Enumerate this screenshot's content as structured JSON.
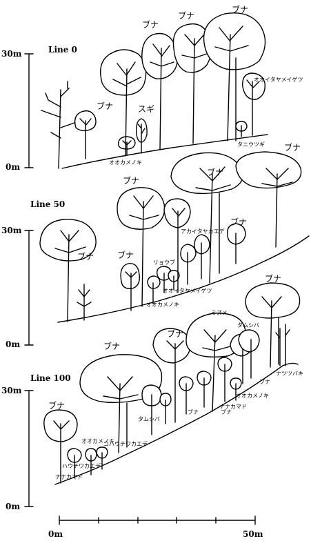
{
  "panels": [
    {
      "line_label": "Line 0",
      "scale_top": "30m",
      "scale_bottom": "0m",
      "trees": [
        {
          "label": "ブナ"
        },
        {
          "label": "ブナ"
        },
        {
          "label": "ブナ"
        },
        {
          "label": "ブナ"
        },
        {
          "label": "スギ"
        },
        {
          "label": "オオイタヤメイゲツ"
        },
        {
          "label": "オオカメノキ"
        },
        {
          "label": "タニウツギ"
        }
      ]
    },
    {
      "line_label": "Line 50",
      "scale_top": "30m",
      "scale_bottom": "0m",
      "trees": [
        {
          "label": "ブナ"
        },
        {
          "label": "ブナ"
        },
        {
          "label": "ブナ"
        },
        {
          "label": "ブナ"
        },
        {
          "label": "ブナ"
        },
        {
          "label": "ブナ"
        },
        {
          "label": "アカイタヤカエデ"
        },
        {
          "label": "リョウブ"
        },
        {
          "label": "オオイタヤメイゲツ"
        },
        {
          "label": "オオカメノキ"
        }
      ]
    },
    {
      "line_label": "Line 100",
      "scale_top": "30m",
      "scale_bottom": "0m",
      "trees": [
        {
          "label": "ブナ"
        },
        {
          "label": "ブナ"
        },
        {
          "label": "ブナ"
        },
        {
          "label": "ブナ"
        },
        {
          "label": "ミズメ"
        },
        {
          "label": "タムシバ"
        },
        {
          "label": "タムシバ"
        },
        {
          "label": "ブナ"
        },
        {
          "label": "ナナカマド"
        },
        {
          "label": "オオカメノキ"
        },
        {
          "label": "ハウチワカエデ"
        },
        {
          "label": "ナナカマド"
        },
        {
          "label": "コハウチワカエデ"
        },
        {
          "label": "ブナ"
        },
        {
          "label": "ナツツバキ"
        },
        {
          "label": "ブナ"
        },
        {
          "label": "オオカメノキ"
        }
      ]
    }
  ],
  "horizontal_scale": {
    "start": "0m",
    "end": "50m"
  }
}
